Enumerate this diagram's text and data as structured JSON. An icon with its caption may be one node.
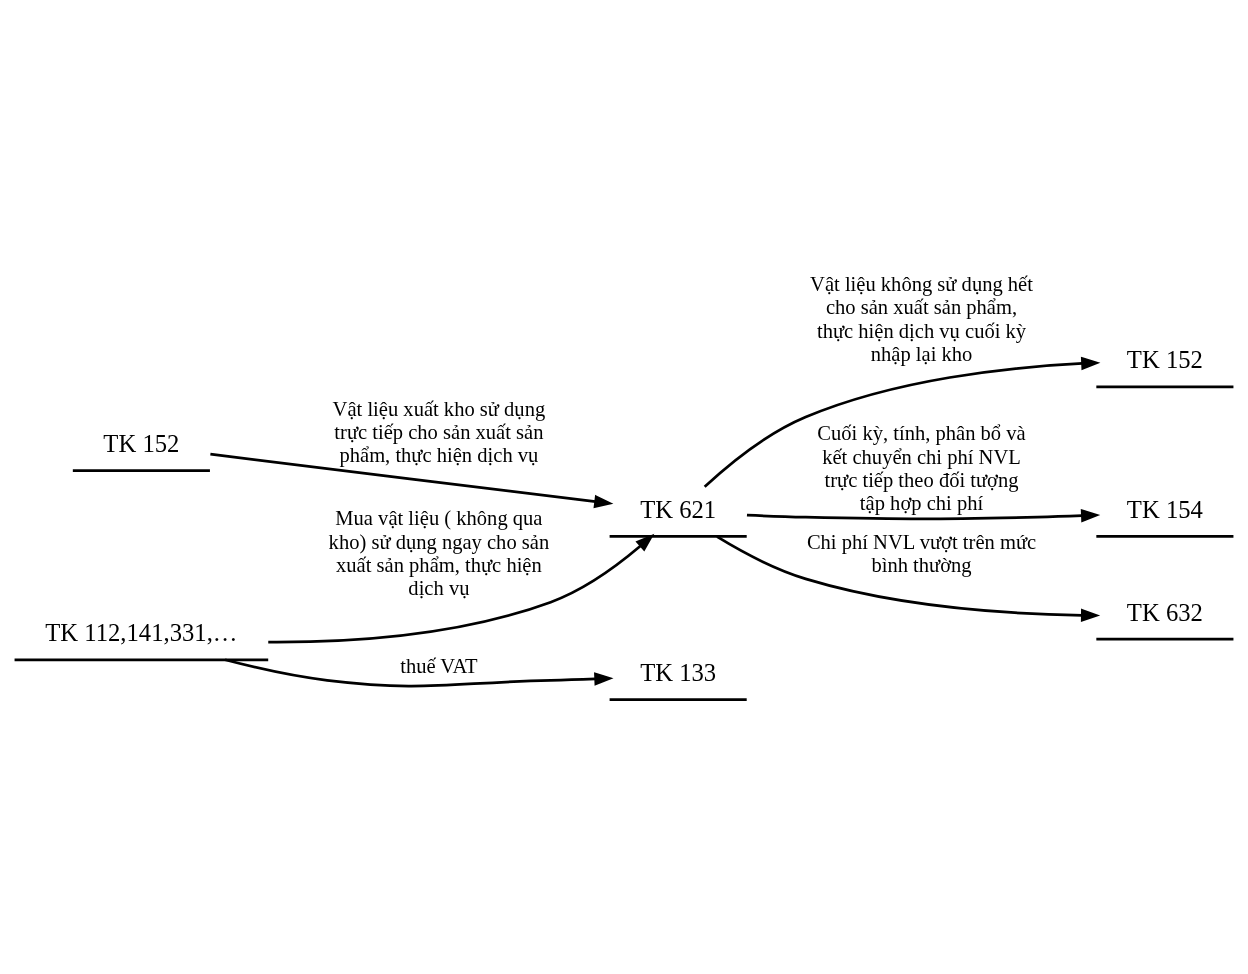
{
  "diagram": {
    "nodes": [
      {
        "text": [
          "TK 152"
        ]
      },
      {
        "text": [
          "TK 621"
        ]
      },
      {
        "text": [
          "TK 152"
        ]
      },
      {
        "text": [
          "TK 112,141,331,…"
        ]
      },
      {
        "text": [
          "TK 133"
        ]
      },
      {
        "text": [
          "TK 154"
        ]
      },
      {
        "text": [
          "TK 632"
        ]
      }
    ],
    "edges": [
      {
        "from": 0,
        "to": 1,
        "arrow": "to",
        "label": "Vật liệu xuất kho sử dụng trực tiếp cho sản xuất sản phẩm, thực hiện dịch vụ"
      },
      {
        "from": 1,
        "to": 2,
        "arrow": "to",
        "label": "Vật liệu không sử dụng hết cho sản xuất sản phẩm, thực hiện dịch vụ cuối kỳ nhập lại kho"
      },
      {
        "from": 3,
        "to": 4,
        "arrow": "to",
        "label": "thuế VAT"
      },
      {
        "from": 3,
        "to": 1,
        "arrow": "to",
        "label": "Mua vật liệu ( không qua kho) sử dụng ngay cho sản xuất sản phẩm, thực hiện dịch vụ"
      },
      {
        "from": 1,
        "to": 5,
        "arrow": "to",
        "label": "Cuối kỳ, tính, phân bổ và kết chuyển chi phí NVL trực tiếp theo đối tượng tập hợp chi phí"
      },
      {
        "from": 1,
        "to": 6,
        "arrow": "to",
        "label": "Chi phí NVL vượt trên mức bình thường"
      }
    ]
  }
}
